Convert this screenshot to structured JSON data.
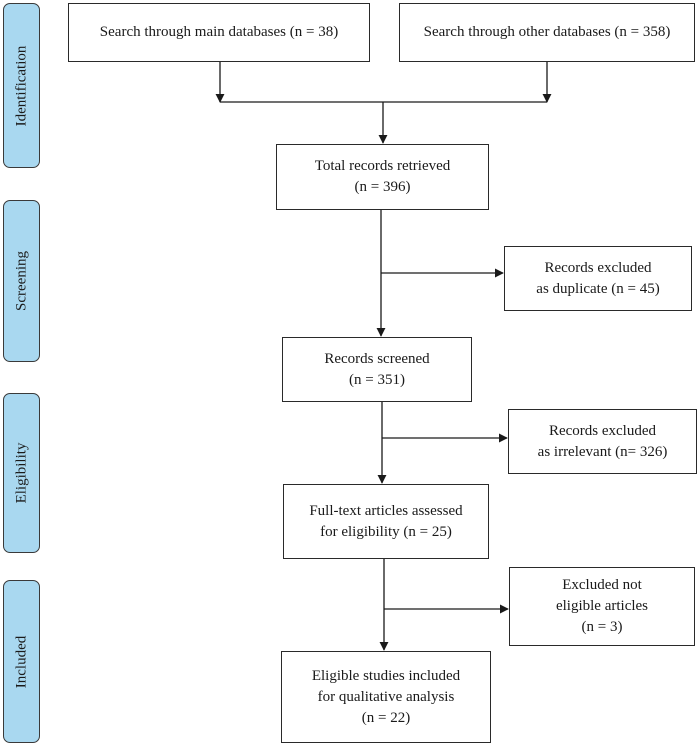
{
  "stages": {
    "identification": "Identification",
    "screening": "Screening",
    "eligibility": "Eligibility",
    "included": "Included"
  },
  "boxes": {
    "main_databases": "Search through main databases (n = 38)",
    "other_databases": "Search through other databases (n = 358)",
    "total_retrieved": {
      "line1": "Total records retrieved",
      "line2": "(n = 396)"
    },
    "excluded_duplicate": {
      "line1": "Records excluded",
      "line2": "as duplicate (n = 45)"
    },
    "screened": {
      "line1": "Records screened",
      "line2": "(n = 351)"
    },
    "excluded_irrelevant": {
      "line1": "Records excluded",
      "line2": "as irrelevant (n= 326)"
    },
    "full_text": {
      "line1": "Full-text articles assessed",
      "line2": "for eligibility (n = 25)"
    },
    "excluded_not_eligible": {
      "line1": "Excluded not",
      "line2": "eligible articles",
      "line3": "(n = 3)"
    },
    "included_studies": {
      "line1": "Eligible studies included",
      "line2": "for qualitative analysis",
      "line3": "(n = 22)"
    }
  },
  "colors": {
    "stage_fill": "#a9d8f0",
    "stroke": "#2a2a2a"
  }
}
